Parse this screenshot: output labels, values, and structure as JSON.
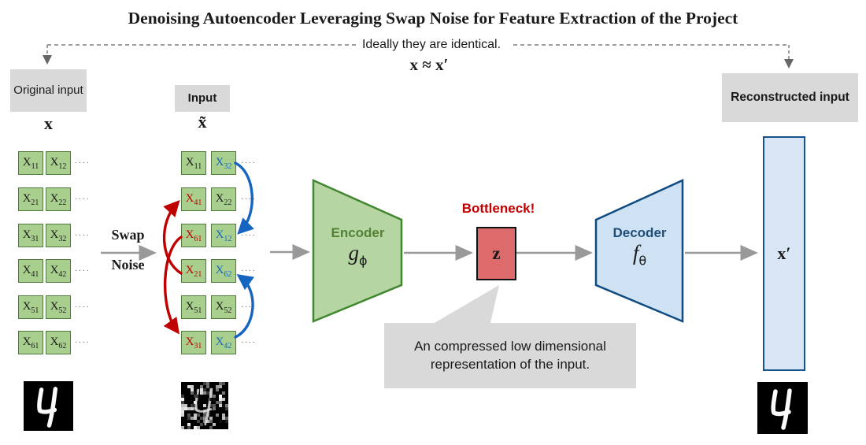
{
  "title": "Denoising Autoencoder Leveraging Swap Noise for Feature Extraction of the Project",
  "top_note": {
    "text": "Ideally they are identical.",
    "formula": "x ≈ x′"
  },
  "colors": {
    "black": "#1a1a1a",
    "red": "#c00000",
    "blue": "#1565c0",
    "cell_green": "#a9cf8e",
    "encoder_green": "#538135",
    "decoder_blue": "#1f4e79",
    "bottleneck_red": "#c00000",
    "gray_box": "#d9d9d9"
  },
  "left_panel": {
    "box_label": "Original input",
    "symbol": "x"
  },
  "noise_panel": {
    "box_label": "Input",
    "symbol": "x̃"
  },
  "swap_arrow": {
    "top": "Swap",
    "bottom": "Noise"
  },
  "matrices": {
    "base": "X",
    "ellipsis": "····",
    "original": {
      "rows": [
        [
          {
            "sub": "11",
            "color": "black"
          },
          {
            "sub": "12",
            "color": "black"
          }
        ],
        [
          {
            "sub": "21",
            "color": "black"
          },
          {
            "sub": "22",
            "color": "black"
          }
        ],
        [
          {
            "sub": "31",
            "color": "black"
          },
          {
            "sub": "32",
            "color": "black"
          }
        ],
        [
          {
            "sub": "41",
            "color": "black"
          },
          {
            "sub": "42",
            "color": "black"
          }
        ],
        [
          {
            "sub": "51",
            "color": "black"
          },
          {
            "sub": "52",
            "color": "black"
          }
        ],
        [
          {
            "sub": "61",
            "color": "black"
          },
          {
            "sub": "62",
            "color": "black"
          }
        ]
      ]
    },
    "noisy": {
      "rows": [
        [
          {
            "sub": "11",
            "color": "black"
          },
          {
            "sub": "32",
            "color": "blue"
          }
        ],
        [
          {
            "sub": "41",
            "color": "red"
          },
          {
            "sub": "22",
            "color": "black"
          }
        ],
        [
          {
            "sub": "61",
            "color": "red"
          },
          {
            "sub": "12",
            "color": "blue"
          }
        ],
        [
          {
            "sub": "21",
            "color": "red"
          },
          {
            "sub": "62",
            "color": "blue"
          }
        ],
        [
          {
            "sub": "51",
            "color": "black"
          },
          {
            "sub": "52",
            "color": "black"
          }
        ],
        [
          {
            "sub": "31",
            "color": "red"
          },
          {
            "sub": "42",
            "color": "blue"
          }
        ]
      ]
    }
  },
  "encoder": {
    "label": "Encoder",
    "symbol_base": "g",
    "symbol_sub": "ϕ"
  },
  "bottleneck": {
    "label": "Bottleneck!",
    "symbol": "z"
  },
  "decoder": {
    "label": "Decoder",
    "symbol_base": "f",
    "symbol_sub": "θ"
  },
  "output": {
    "box_label": "Reconstructed input",
    "symbol": "x′"
  },
  "callout": {
    "line1": "An compressed low dimensional",
    "line2": "representation of the input."
  },
  "digits": {
    "original": "4",
    "noisy": "4",
    "reconstructed": "4"
  }
}
